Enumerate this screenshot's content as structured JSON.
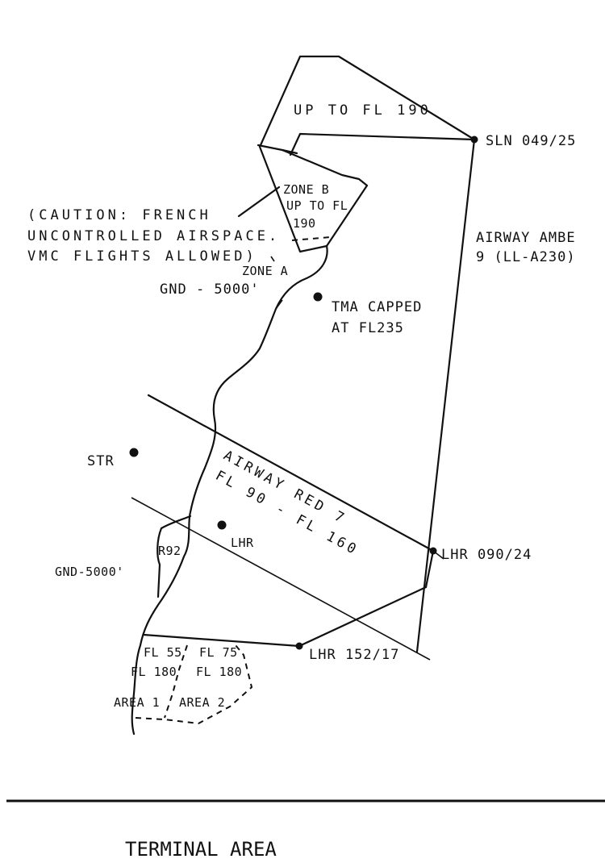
{
  "labels": {
    "up_to_fl190": "UP TO FL 190",
    "sln": "SLN 049/25",
    "zone_b_1": "ZONE B",
    "zone_b_2": "UP TO FL",
    "zone_b_3": "190",
    "caution_1": "(CAUTION: FRENCH",
    "caution_2": "UNCONTROLLED AIRSPACE.",
    "caution_3": "VMC FLIGHTS ALLOWED)",
    "zone_a": "ZONE A",
    "gnd_5000_top": "GND - 5000'",
    "tma_1": "TMA CAPPED",
    "tma_2": "AT FL235",
    "amber_1": "AIRWAY AMBE",
    "amber_2": "9 (LL-A230)",
    "str": "STR",
    "red7_1": "AIRWAY RED 7",
    "red7_2": "FL 90 - FL 160",
    "lhr": "LHR",
    "r92": "R92",
    "gnd_5000_left": "GND-5000'",
    "lhr_090": "LHR 090/24",
    "lhr_152": "LHR 152/17",
    "fl55": "FL 55",
    "fl75": "FL 75",
    "fl180_a": "FL 180",
    "fl180_b": "FL 180",
    "area1": "AREA 1",
    "area2": "AREA 2"
  },
  "caption": "TERMINAL AREA"
}
